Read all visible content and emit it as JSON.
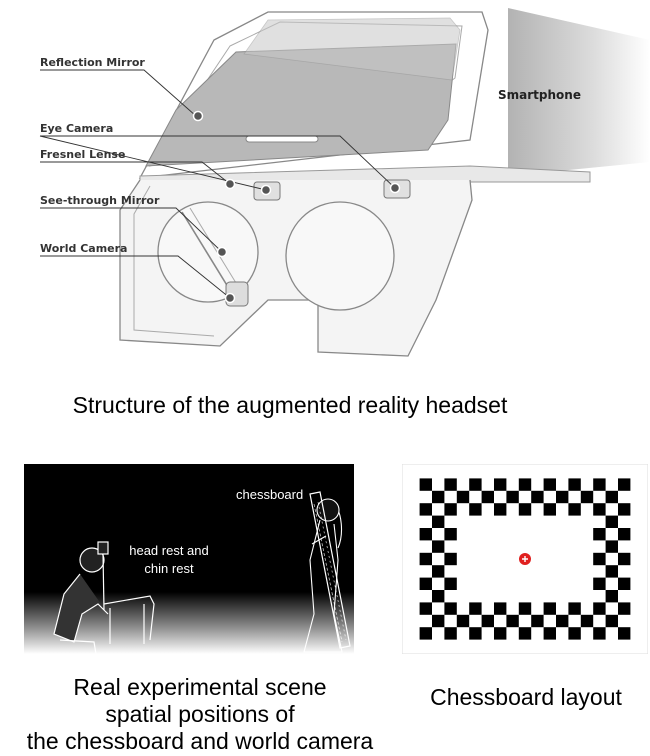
{
  "headset": {
    "labels": {
      "reflection_mirror": "Reflection Mirror",
      "eye_camera": "Eye Camera",
      "fresnel_lense": "Fresnel Lense",
      "see_through_mirror": "See-through Mirror",
      "world_camera": "World Camera",
      "smartphone": "Smartphone"
    },
    "caption": "Structure of the augmented reality headset"
  },
  "scene": {
    "chessboard_label": "chessboard",
    "headrest_label_line1": "head rest and",
    "headrest_label_line2": "chin rest",
    "caption_line1": "Real experimental scene",
    "caption_line2": "spatial positions of",
    "caption_line3": "the chessboard and world camera"
  },
  "board": {
    "caption": "Chessboard layout",
    "marker_color": "#e0201f"
  }
}
